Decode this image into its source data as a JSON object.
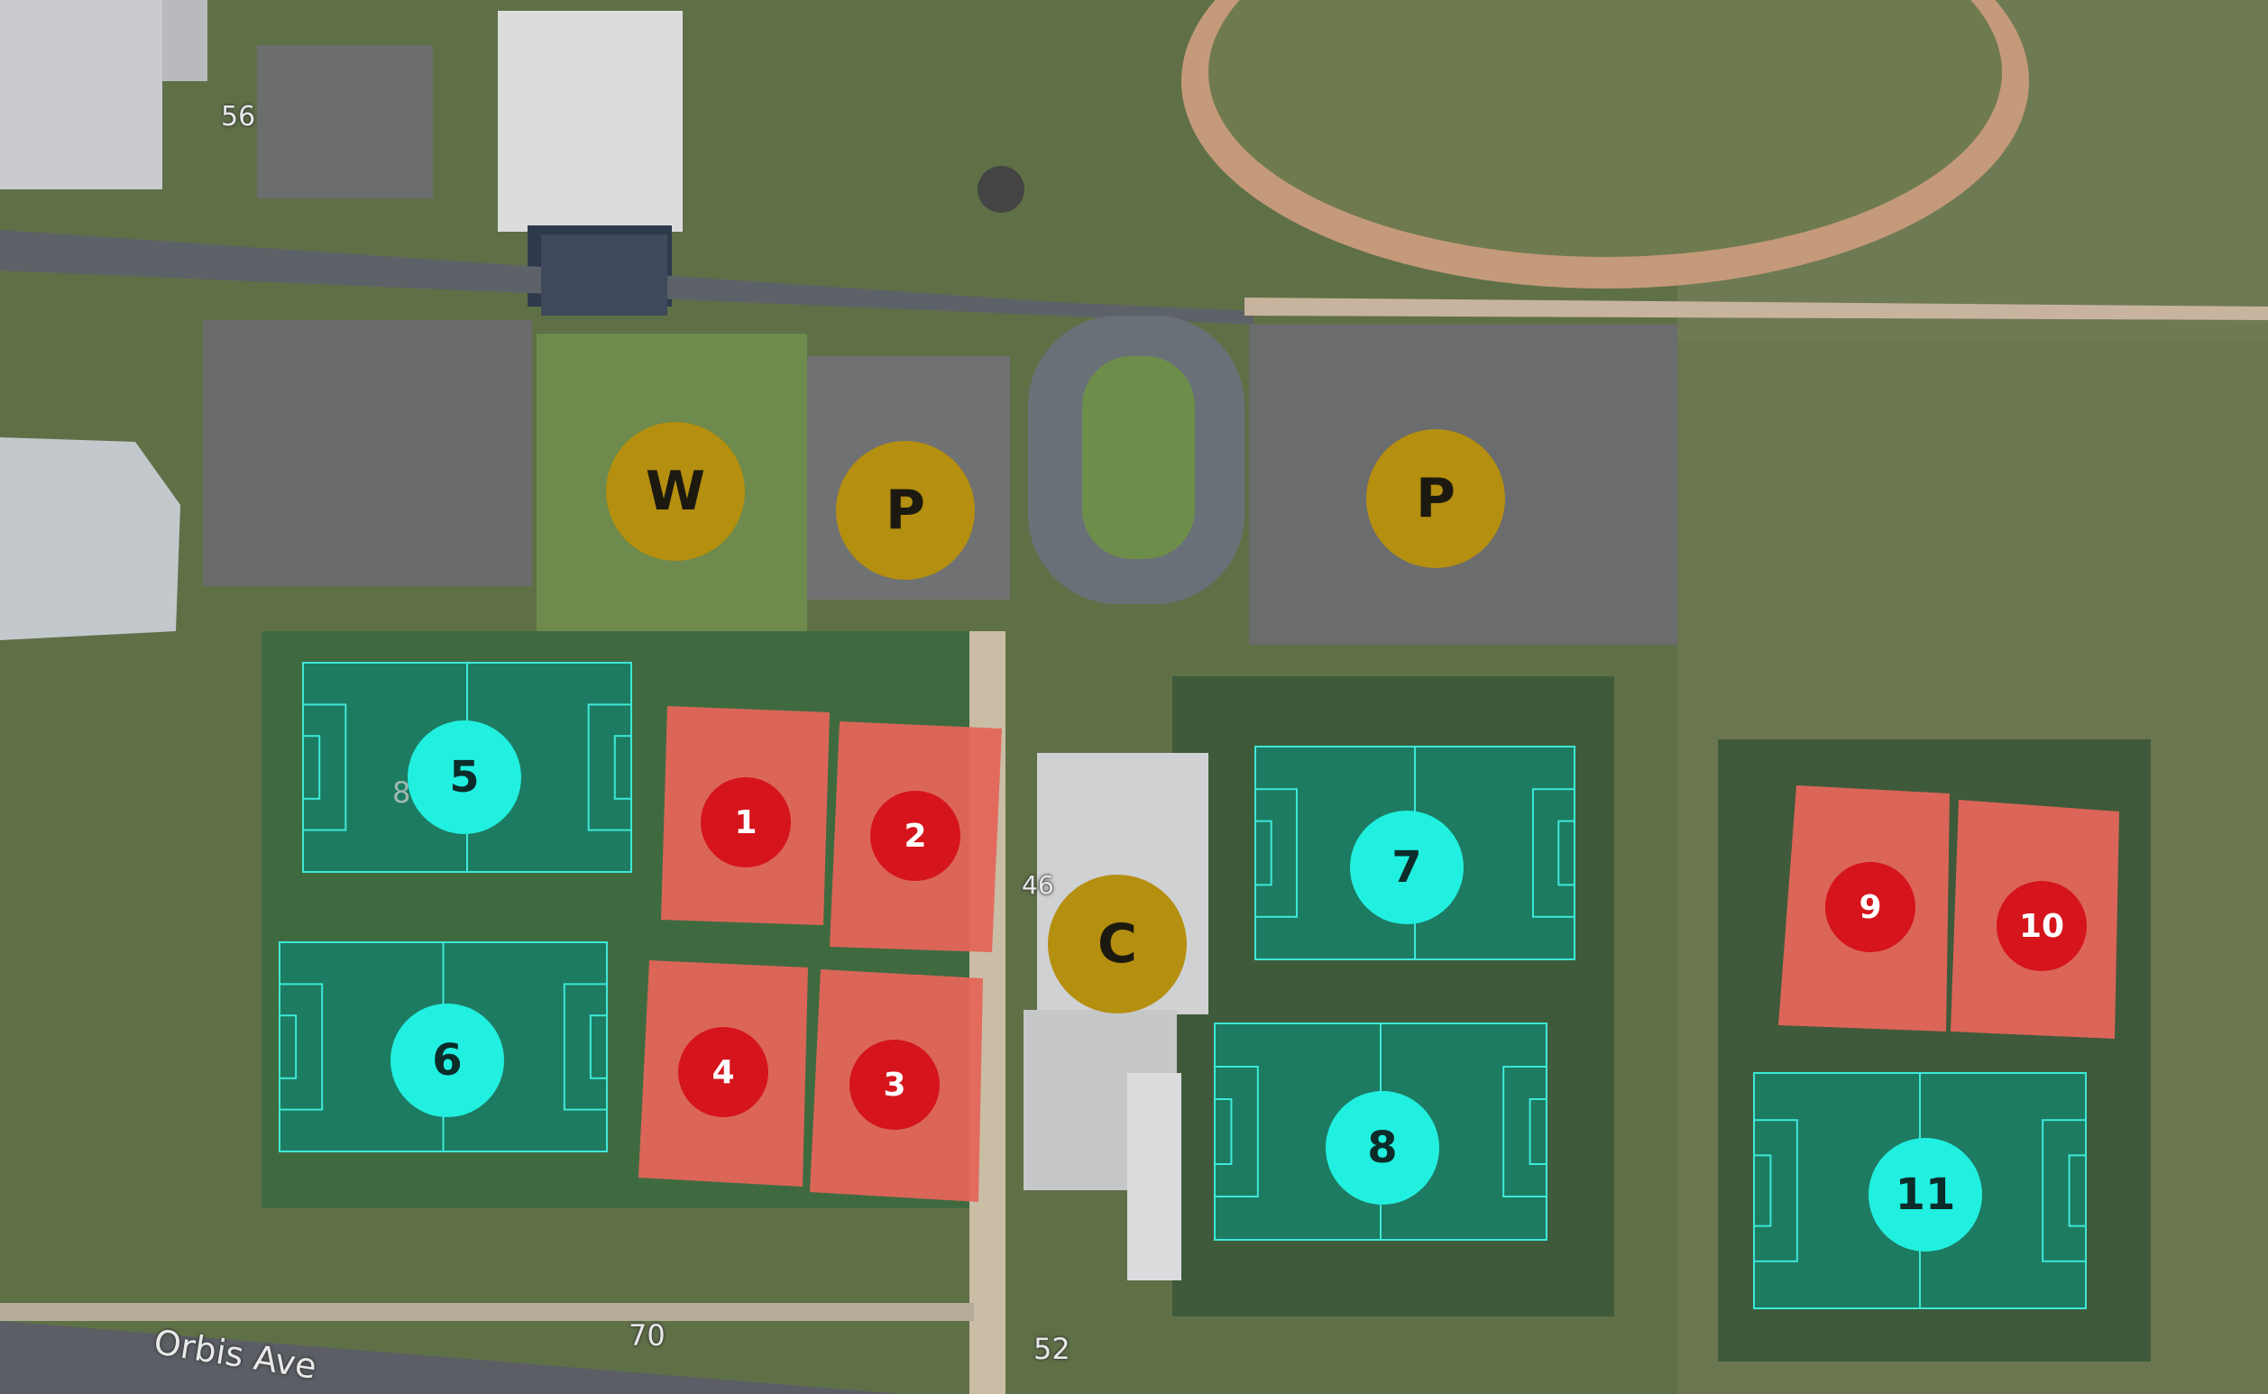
{
  "colors": {
    "amenity": "#b58f0f",
    "pitch_marker": "#21f0e0",
    "court_marker": "#d5141c",
    "pitch_fill": "#1d7b62",
    "court_fill": "#e4665a",
    "line": "#3ee8d8"
  },
  "amenities": [
    {
      "id": "W",
      "label": "W",
      "kind": "amenity"
    },
    {
      "id": "P-west",
      "label": "P",
      "kind": "amenity"
    },
    {
      "id": "P-east",
      "label": "P",
      "kind": "amenity"
    },
    {
      "id": "C",
      "label": "C",
      "kind": "amenity"
    }
  ],
  "pitches": [
    {
      "label": "5"
    },
    {
      "label": "6"
    },
    {
      "label": "7"
    },
    {
      "label": "8"
    },
    {
      "label": "11"
    }
  ],
  "courts": [
    {
      "label": "1"
    },
    {
      "label": "2"
    },
    {
      "label": "3"
    },
    {
      "label": "4"
    },
    {
      "label": "9"
    },
    {
      "label": "10"
    }
  ],
  "street_labels": {
    "orbis": "Orbis Ave",
    "num_56": "56",
    "num_46": "46",
    "num_70": "70",
    "num_52": "52",
    "num_8": "8"
  }
}
